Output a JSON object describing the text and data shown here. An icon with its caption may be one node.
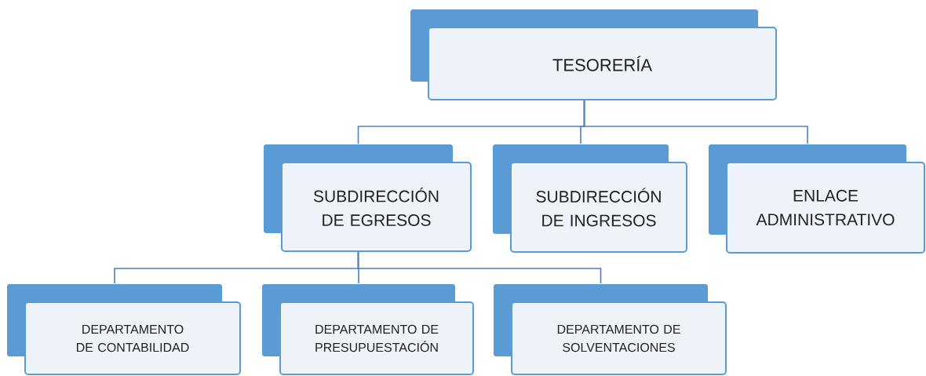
{
  "diagram": {
    "nodes": [
      {
        "text": [
          "TESORERÍA"
        ]
      },
      {
        "text": [
          "SUBDIRECCIÓN DE EGRESOS"
        ]
      },
      {
        "text": [
          "SUBDIRECCIÓN DE INGRESOS"
        ]
      },
      {
        "text": [
          "ENLACE ADMINISTRATIVO"
        ]
      },
      {
        "text": [
          "DEPARTAMENTO DE CONTABILIDAD"
        ]
      },
      {
        "text": [
          "DEPARTAMENTO DE PRESUPUESTACIÓN"
        ]
      },
      {
        "text": [
          "DEPARTAMENTO DE SOLVENTACIONES"
        ]
      }
    ],
    "edges": [
      {
        "from": 0,
        "to": 1,
        "arrow": "none"
      },
      {
        "from": 0,
        "to": 2,
        "arrow": "none"
      },
      {
        "from": 0,
        "to": 3,
        "arrow": "none"
      },
      {
        "from": 1,
        "to": 4,
        "arrow": "none"
      },
      {
        "from": 1,
        "to": 5,
        "arrow": "none"
      },
      {
        "from": 1,
        "to": 6,
        "arrow": "none"
      }
    ]
  }
}
